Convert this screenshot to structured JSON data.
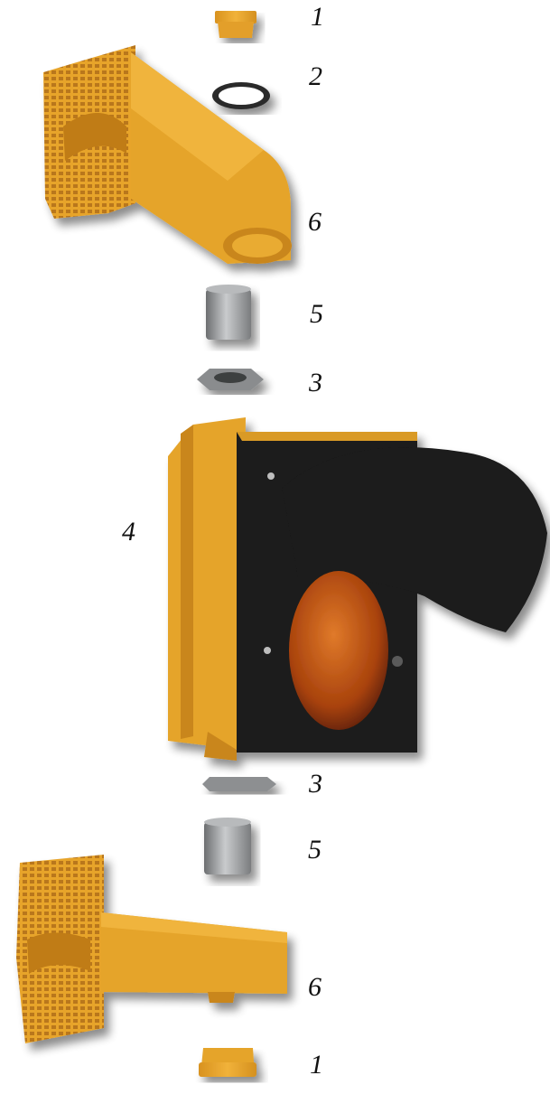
{
  "labels": {
    "cap_top": "1",
    "washer": "2",
    "bracket_top": "6",
    "nipple_top": "5",
    "nut_top": "3",
    "signal_head": "4",
    "nut_bottom": "3",
    "nipple_bottom": "5",
    "bracket_bottom": "6",
    "cap_bottom": "1"
  },
  "colors": {
    "bracket": "#E5A42B",
    "bracket_shade": "#C9861A",
    "metal": "#9A9C9E",
    "metal_dark": "#6E7072",
    "head_body": "#1E1E1E",
    "lens": "#C65A12",
    "label": "#111111"
  }
}
